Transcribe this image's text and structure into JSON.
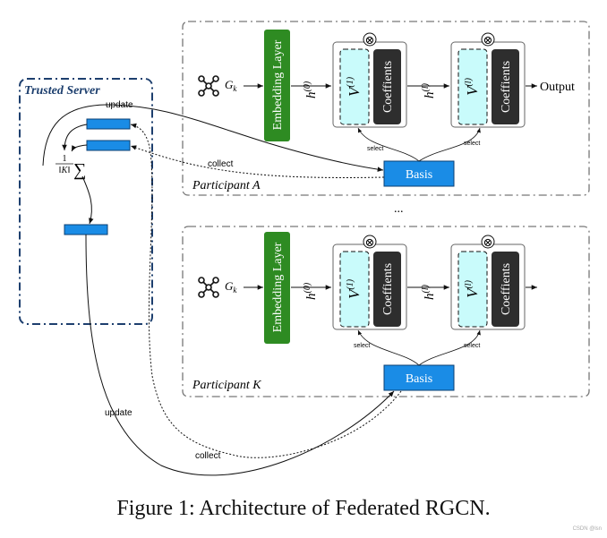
{
  "trusted_server": {
    "title": "Trusted Server",
    "avg_num": "1",
    "avg_den": "‖K‖",
    "avg_op": "∑"
  },
  "participant_a": {
    "label": "Participant A",
    "graph": "G",
    "graph_sub": "k",
    "embedding": "Embedding Layer",
    "h0": "h",
    "h0_sup": "(0)",
    "hl": "h",
    "hl_sup": "(l)",
    "v1": "V",
    "v1_sup": "(1)",
    "vl": "V",
    "vl_sup": "(l)",
    "coef1": "Coeffients",
    "coef2": "Coeffients",
    "basis": "Basis",
    "select1": "select",
    "select2": "select",
    "output": "Output",
    "tensor_op": "⊗"
  },
  "ellipsis": "...",
  "participant_k": {
    "label": "Participant K",
    "graph": "G",
    "graph_sub": "k",
    "embedding": "Embedding Layer",
    "h0": "h",
    "h0_sup": "(0)",
    "hl": "h",
    "hl_sup": "(l)",
    "v1": "V",
    "v1_sup": "(1)",
    "vl": "V",
    "vl_sup": "(l)",
    "coef1": "Coeffients",
    "coef2": "Coeffients",
    "basis": "Basis",
    "select1": "select",
    "select2": "select",
    "tensor_op": "⊗"
  },
  "flows": {
    "update_top": "update",
    "collect_top": "collect",
    "update_bottom": "update",
    "collect_bottom": "collect"
  },
  "caption": "Figure 1: Architecture of Federated RGCN.",
  "watermark": "CSDN @lsn",
  "colors": {
    "blue": "#1a8ce6",
    "green": "#2e8b22",
    "cyan": "#c9fbfb",
    "dark": "#2e2e2e",
    "server_border": "#1d3f6e"
  }
}
